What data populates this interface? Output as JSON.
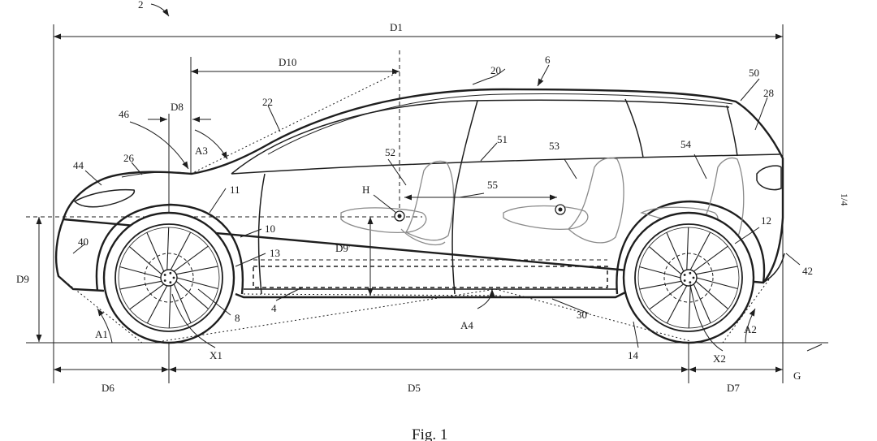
{
  "figure": {
    "caption": "Fig. 1",
    "sheet_number": "1/4",
    "corner_mark": "2"
  },
  "dimension_labels": {
    "d1": "D1",
    "d10": "D10",
    "d8": "D8",
    "d9": "D9",
    "d9_prime": "D9'",
    "d6": "D6",
    "d5": "D5",
    "d7": "D7",
    "a1": "A1",
    "a2": "A2",
    "a3": "A3",
    "a4": "A4",
    "x1": "X1",
    "x2": "X2",
    "g": "G",
    "h": "H"
  },
  "reference_numerals": {
    "n4": "4",
    "n6": "6",
    "n8": "8",
    "n10": "10",
    "n11": "11",
    "n12": "12",
    "n13": "13",
    "n14": "14",
    "n20": "20",
    "n22": "22",
    "n26": "26",
    "n28": "28",
    "n30": "30",
    "n40": "40",
    "n42": "42",
    "n44": "44",
    "n46": "46",
    "n50": "50",
    "n51": "51",
    "n52": "52",
    "n53": "53",
    "n54": "54",
    "n55": "55"
  },
  "colors": {
    "ink": "#1e1e1e",
    "seat_outline": "#8a8a8a",
    "paper": "#ffffff"
  }
}
